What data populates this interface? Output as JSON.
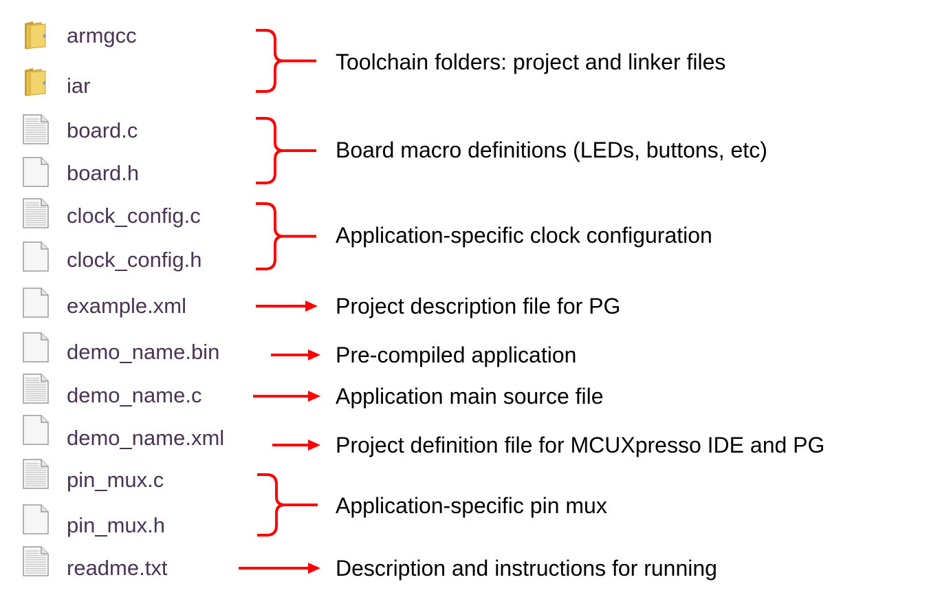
{
  "colors": {
    "filename_text": "#4a3454",
    "description_text": "#000000",
    "connector": "#ff0000",
    "folder_icon": "#e8c24a",
    "file_icon_fill": "#f6f6f6",
    "file_icon_border": "#9a9a9a"
  },
  "files": [
    {
      "name": "armgcc",
      "icon": "folder-icon"
    },
    {
      "name": "iar",
      "icon": "folder-icon"
    },
    {
      "name": "board.c",
      "icon": "text-file-icon"
    },
    {
      "name": "board.h",
      "icon": "blank-file-icon"
    },
    {
      "name": "clock_config.c",
      "icon": "text-file-icon"
    },
    {
      "name": "clock_config.h",
      "icon": "blank-file-icon"
    },
    {
      "name": "example.xml",
      "icon": "blank-file-icon"
    },
    {
      "name": "demo_name.bin",
      "icon": "blank-file-icon"
    },
    {
      "name": "demo_name.c",
      "icon": "text-file-icon"
    },
    {
      "name": "demo_name.xml",
      "icon": "blank-file-icon"
    },
    {
      "name": "pin_mux.c",
      "icon": "text-file-icon"
    },
    {
      "name": "pin_mux.h",
      "icon": "blank-file-icon"
    },
    {
      "name": "readme.txt",
      "icon": "text-file-icon"
    }
  ],
  "descriptions": [
    {
      "text": "Toolchain folders: project and linker files",
      "connector": "brace",
      "covers": [
        0,
        1
      ]
    },
    {
      "text": "Board macro definitions (LEDs, buttons, etc)",
      "connector": "brace",
      "covers": [
        2,
        3
      ]
    },
    {
      "text": "Application-specific clock configuration",
      "connector": "brace",
      "covers": [
        4,
        5
      ]
    },
    {
      "text": "Project description file for PG",
      "connector": "arrow",
      "covers": [
        6
      ]
    },
    {
      "text": "Pre-compiled application",
      "connector": "arrow",
      "covers": [
        7
      ]
    },
    {
      "text": "Application main source file",
      "connector": "arrow",
      "covers": [
        8
      ]
    },
    {
      "text": "Project definition file for MCUXpresso IDE and PG",
      "connector": "arrow",
      "covers": [
        9
      ]
    },
    {
      "text": "Application-specific pin mux",
      "connector": "brace",
      "covers": [
        10,
        11
      ]
    },
    {
      "text": "Description and instructions for running",
      "connector": "arrow",
      "covers": [
        12
      ]
    }
  ]
}
